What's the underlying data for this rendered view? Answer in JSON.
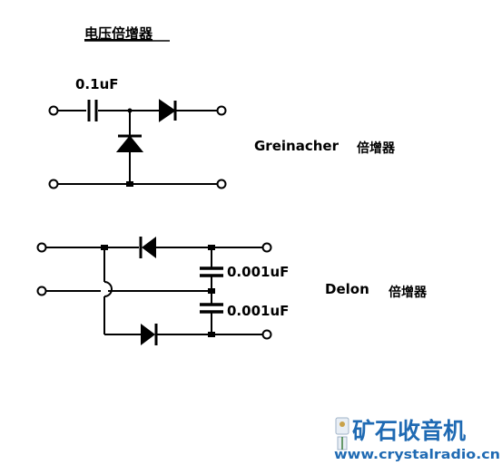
{
  "title": "电压倍增器",
  "greinacher": {
    "capacitor_label": "0.1uF",
    "name": "Greinacher",
    "suffix": "倍增器"
  },
  "delon": {
    "cap_top_label": "0.001uF",
    "cap_bottom_label": "0.001uF",
    "name": "Delon",
    "suffix": "倍增器"
  },
  "watermark": {
    "chinese": "矿石收音机",
    "url": "www.crystalradio.cn"
  },
  "colors": {
    "line": "#000000",
    "watermark": "#1f6ab3",
    "background": "#ffffff"
  }
}
